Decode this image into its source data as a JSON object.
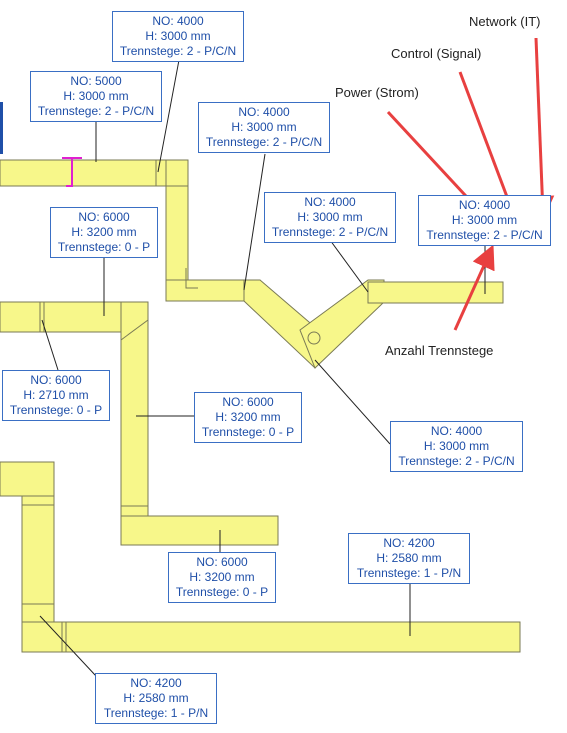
{
  "colors": {
    "tray_fill": "#f7f78a",
    "tray_stroke": "#7a7a55",
    "tag_border": "#3a6fc4",
    "tag_text": "#1f4fa8",
    "arrow": "#e84040",
    "marker": "#e020d0"
  },
  "tags": [
    {
      "no": "NO: 4000",
      "h": "H: 3000 mm",
      "trenn": "Trennstege: 2 - P/C/N"
    },
    {
      "no": "NO: 5000",
      "h": "H: 3000 mm",
      "trenn": "Trennstege: 2 - P/C/N"
    },
    {
      "no": "NO: 4000",
      "h": "H: 3000 mm",
      "trenn": "Trennstege: 2 - P/C/N"
    },
    {
      "no": "NO: 4000",
      "h": "H: 3000 mm",
      "trenn": "Trennstege: 2 - P/C/N"
    },
    {
      "no": "NO: 4000",
      "h": "H: 3000 mm",
      "trenn": "Trennstege: 2 - P/C/N"
    },
    {
      "no": "NO: 6000",
      "h": "H: 3200 mm",
      "trenn": "Trennstege: 0 - P"
    },
    {
      "no": "NO: 6000",
      "h": "H: 2710 mm",
      "trenn": "Trennstege: 0 - P"
    },
    {
      "no": "NO: 6000",
      "h": "H: 3200 mm",
      "trenn": "Trennstege: 0 - P"
    },
    {
      "no": "NO: 4000",
      "h": "H: 3000 mm",
      "trenn": "Trennstege: 2 - P/C/N"
    },
    {
      "no": "NO: 6000",
      "h": "H: 3200 mm",
      "trenn": "Trennstege: 0 - P"
    },
    {
      "no": "NO: 4200",
      "h": "H: 2580 mm",
      "trenn": "Trennstege: 1 - P/N"
    },
    {
      "no": "NO: 4200",
      "h": "H: 2580 mm",
      "trenn": "Trennstege: 1 - P/N"
    }
  ],
  "callouts": {
    "network": "Network (IT)",
    "control": "Control (Signal)",
    "power": "Power (Strom)",
    "count": "Anzahl Trennstege"
  }
}
